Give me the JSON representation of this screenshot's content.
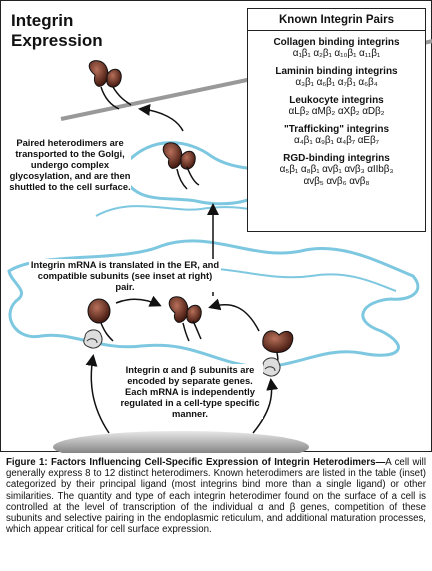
{
  "title_line1": "Integrin",
  "title_line2": "Expression",
  "inset": {
    "header": "Known Integrin Pairs",
    "groups": [
      {
        "name": "Collagen binding integrins",
        "pairs": "α₁β₁ α₂β₁ α₁₀β₁ α₁₁β₁"
      },
      {
        "name": "Laminin binding integrins",
        "pairs": "α₃β₁ α₆β₁ α₇β₁ α₆β₄"
      },
      {
        "name": "Leukocyte integrins",
        "pairs": "αLβ₂ αMβ₂ αXβ₂ αDβ₂"
      },
      {
        "name": "\"Trafficking\" integrins",
        "pairs": "α₄β₁ α₉β₁ α₄β₇ αEβ₇"
      },
      {
        "name": "RGD-binding integrins",
        "pairs": "α₅β₁ α₈β₁ αvβ₁ αvβ₃ αIIbβ₃",
        "pairs2": "αvβ₅ αvβ₆ αvβ₈"
      }
    ]
  },
  "notes": {
    "golgi": "Paired heterodimers are transported to the Golgi, undergo complex glycosylation, and are then shuttled to the cell surface.",
    "er": "Integrin mRNA is translated in the ER, and compatible subunits (see inset at right) pair.",
    "genes": "Integrin α and β subunits are encoded by separate genes. Each mRNA is independently regulated in a cell-type specific manner."
  },
  "caption": {
    "title": "Figure 1: Factors Influencing Cell-Specific Expression of Integrin Heterodimers—",
    "body": "A cell will generally express 8 to 12 distinct heterodimers. Known heterodimers are listed in the table (inset) categorized by their principal ligand (most integrins bind more than a single ligand) or other similarities. The quantity and type of each integrin heterodimer found on the surface of a cell is controlled at the level of transcription of the individual α and β genes, competition of these subunits and selective pairing in the endoplasmic reticulum, and additional maturation processes, which appear critical for cell surface expression."
  },
  "colors": {
    "membrane": "#7dc8e0",
    "subunit": "#7a2e1c",
    "mrna": "#555555"
  }
}
